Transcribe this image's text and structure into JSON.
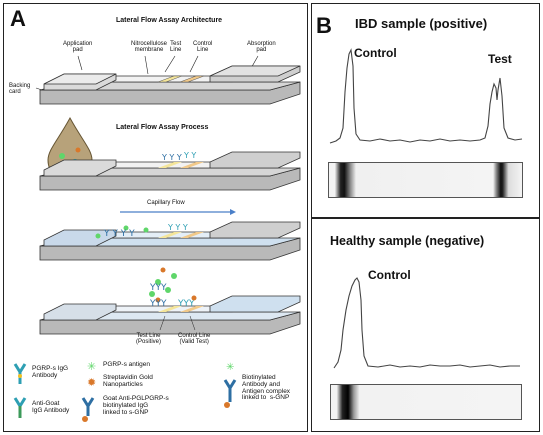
{
  "panel_a": {
    "letter": "A",
    "architecture": {
      "title": "Lateral Flow Assay Architecture",
      "labels": {
        "application_pad": "Application\npad",
        "nitrocellulose": "Nitrocellulose\nmembrane",
        "test_line": "Test\nLine",
        "control_line": "Control\nLine",
        "absorption_pad": "Absorption\npad",
        "backing_card": "Backing\ncard"
      }
    },
    "process": {
      "title": "Lateral Flow Assay Process",
      "capillary_flow": "Capillary Flow",
      "test_line_positive": "Test Line\n(Positive)",
      "control_line_valid": "Control Line\n(Valid Test)"
    },
    "legend": [
      {
        "icon": "pgrp-igg-antibody-icon",
        "label": "PGRP-s IgG\nAntibody"
      },
      {
        "icon": "pgrp-antigen-icon",
        "label": "PGRP-s antigen"
      },
      {
        "icon": "streptavidin-gold-icon",
        "label": "Streptavidin Gold\nNanoparticles"
      },
      {
        "icon": "biotinylated-complex-icon",
        "label": "Biotinylated\nAntibody and\nAntigen complex\nlinked to  s-GNP"
      },
      {
        "icon": "anti-goat-igg-icon",
        "label": "Anti-Goat\nIgG Antibody"
      },
      {
        "icon": "goat-anti-pglpgrp-icon",
        "label": "Goat Anti-PGLPGRP-s\nbiotinylated IgG\nlinked to s-GNP"
      }
    ],
    "colors": {
      "test_line": "#f4e59a",
      "control_line": "#f1c98a",
      "flow_arrow": "#4a7fc8",
      "antigen": "#5fd66a",
      "gold": "#d9782a",
      "antibody_teal": "#2e9fb3"
    }
  },
  "panel_b": {
    "letter": "B",
    "positive": {
      "title": "IBD sample (positive)",
      "peak_control": "Control",
      "peak_test": "Test"
    },
    "negative": {
      "title": "Healthy sample (negative)",
      "peak_control": "Control"
    }
  }
}
